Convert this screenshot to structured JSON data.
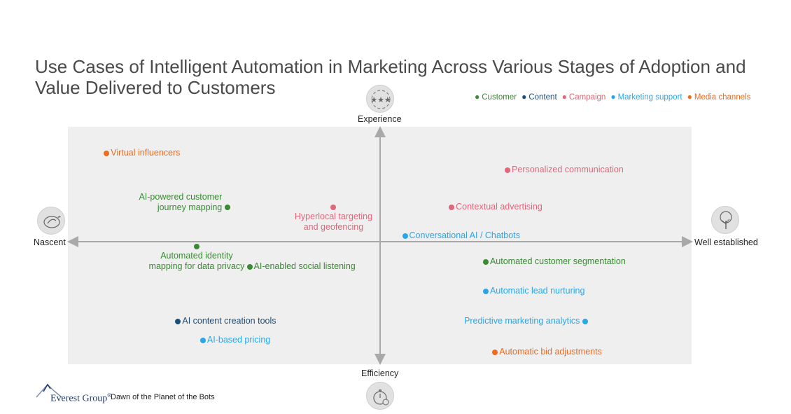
{
  "title": "Use Cases of Intelligent Automation in Marketing Across Various Stages of Adoption and Value Delivered to Customers",
  "footer": {
    "brand": "Everest Group",
    "registered": "®",
    "subtitle": "Dawn of the Planet of the Bots"
  },
  "icons": {
    "experience": "stars-cycle-icon",
    "nascent": "seedling-icon",
    "well_established": "tree-icon",
    "efficiency": "stopwatch-icon"
  },
  "chart_data": {
    "type": "scatter",
    "title": "Use Cases of Intelligent Automation in Marketing Across Various Stages of Adoption and Value Delivered to Customers",
    "axes": {
      "x_min_label": "Nascent",
      "x_max_label": "Well established",
      "y_max_label": "Experience",
      "y_min_label": "Efficiency",
      "xlim": [
        -1,
        1
      ],
      "ylim": [
        -1,
        1
      ],
      "grid": false
    },
    "legend_position": "top-right",
    "categories": [
      {
        "key": "customer",
        "name": "Customer",
        "color": "#3a8a34"
      },
      {
        "key": "content",
        "name": "Content",
        "color": "#1d4e7a"
      },
      {
        "key": "campaign",
        "name": "Campaign",
        "color": "#e0677a"
      },
      {
        "key": "marketing_support",
        "name": "Marketing support",
        "color": "#2aa6e8"
      },
      {
        "key": "media_channels",
        "name": "Media channels",
        "color": "#ee6a1e"
      }
    ],
    "points": [
      {
        "label": "Virtual influencers",
        "category": "media_channels",
        "x": -0.88,
        "y": 0.74,
        "label_pos": "right"
      },
      {
        "label": "Personalized communication",
        "category": "campaign",
        "x": 0.41,
        "y": 0.6,
        "label_pos": "right"
      },
      {
        "label": "AI-powered customer\njourney mapping",
        "category": "customer",
        "x": -0.49,
        "y": 0.29,
        "label_pos": "left"
      },
      {
        "label": "Hyperlocal targeting\nand geofencing",
        "category": "campaign",
        "x": -0.15,
        "y": 0.29,
        "label_pos": "below"
      },
      {
        "label": "Contextual advertising",
        "category": "campaign",
        "x": 0.23,
        "y": 0.29,
        "label_pos": "right"
      },
      {
        "label": "Conversational AI / Chatbots",
        "category": "marketing_support",
        "x": 0.08,
        "y": 0.05,
        "label_pos": "right"
      },
      {
        "label": "Automated identity\nmapping for data privacy",
        "category": "customer",
        "x": -0.59,
        "y": -0.04,
        "label_pos": "below"
      },
      {
        "label": "AI-enabled social listening",
        "category": "customer",
        "x": -0.42,
        "y": -0.21,
        "label_pos": "right"
      },
      {
        "label": "Automated customer segmentation",
        "category": "customer",
        "x": 0.34,
        "y": -0.17,
        "label_pos": "right"
      },
      {
        "label": "Automatic lead nurturing",
        "category": "marketing_support",
        "x": 0.34,
        "y": -0.42,
        "label_pos": "right"
      },
      {
        "label": "AI content creation tools",
        "category": "content",
        "x": -0.65,
        "y": -0.67,
        "label_pos": "right"
      },
      {
        "label": "Predictive marketing analytics",
        "category": "marketing_support",
        "x": 0.66,
        "y": -0.67,
        "label_pos": "left"
      },
      {
        "label": "AI-based pricing",
        "category": "marketing_support",
        "x": -0.57,
        "y": -0.83,
        "label_pos": "right"
      },
      {
        "label": "Automatic bid adjustments",
        "category": "media_channels",
        "x": 0.37,
        "y": -0.93,
        "label_pos": "right"
      }
    ]
  }
}
